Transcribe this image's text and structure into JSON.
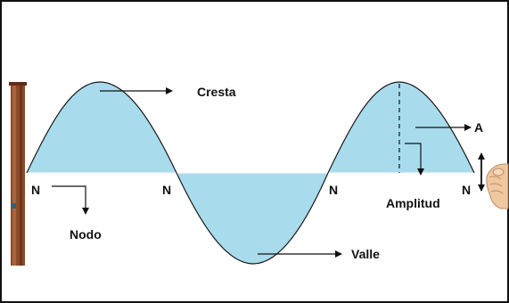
{
  "labels": {
    "cresta": "Cresta",
    "valle": "Valle",
    "amplitud": "Amplitud",
    "nodo": "Nodo",
    "amplitude_symbol": "A",
    "node_mark": "N"
  },
  "colors": {
    "wave_fill": "#a8dced",
    "wave_stroke": "#1a1a1a",
    "frame": "#111111",
    "wall": "#8b4a2a",
    "background": "#ffffff"
  },
  "icons": {
    "hand": "hand-icon",
    "wall": "wooden-post-icon"
  }
}
